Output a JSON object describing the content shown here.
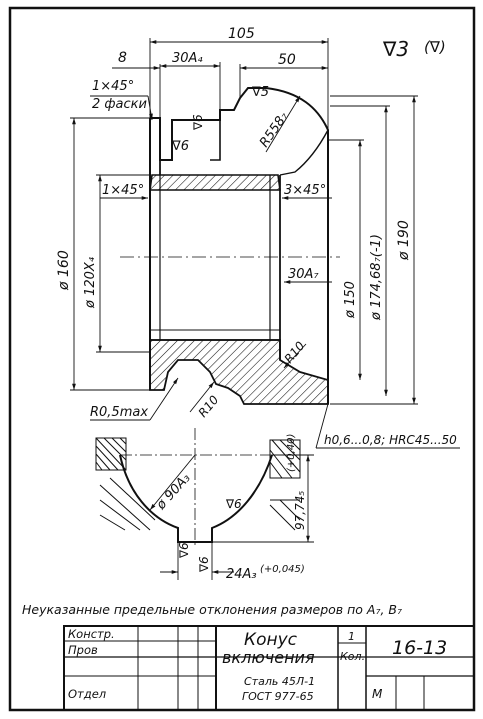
{
  "drawing": {
    "roughness_general": "∇3",
    "roughness_paren": "(∇)",
    "dims": {
      "overall_length": "105",
      "length_8": "8",
      "length_30a4": "30A₄",
      "length_50": "50",
      "chamfer_1x45": "1×45°",
      "chamfer_2_faces": "2 фаски",
      "roughness_6a": "∇6",
      "roughness_6b": "∇6",
      "roughness_5": "∇5",
      "radius_558": "R558₇",
      "chamfer_1x45_inner": "1×45°",
      "chamfer_3x45": "3×45°",
      "dia_160": "ø 160",
      "dia_120x4": "ø 120X₄",
      "length_30a7": "30A₇",
      "dia_150": "ø 150",
      "dia_174": "ø 174,68₇(-1)",
      "dia_190": "ø 190",
      "radius_r10a": "R10",
      "radius_r10b": "R10",
      "radius_05max": "R0,5max",
      "hardening_note": "h0,6...0,8; HRC45...50",
      "dia_90a3": "ø 90A₃",
      "dim_9774": "97,74₅",
      "dim_9774_tol": "(+0,40)",
      "roughness_6c": "∇6",
      "roughness_6d": "∇6",
      "roughness_6e": "∇6",
      "dim_24a3": "24A₃",
      "dim_24a3_tol": "(+0,045)"
    },
    "note": "Неуказанные предельные отклонения размеров по А₇, В₇"
  },
  "title_block": {
    "konstr_label": "Констр.",
    "prov_label": "Пров",
    "otdel_label": "Отдел",
    "part_name_line1": "Конус",
    "part_name_line2": "включения",
    "quantity": "1",
    "quantity_label": "Кол.",
    "drawing_number": "16-13",
    "material_line1": "Сталь 45Л-1",
    "material_line2": "ГОСТ 977-65",
    "scale_letter": "М"
  }
}
